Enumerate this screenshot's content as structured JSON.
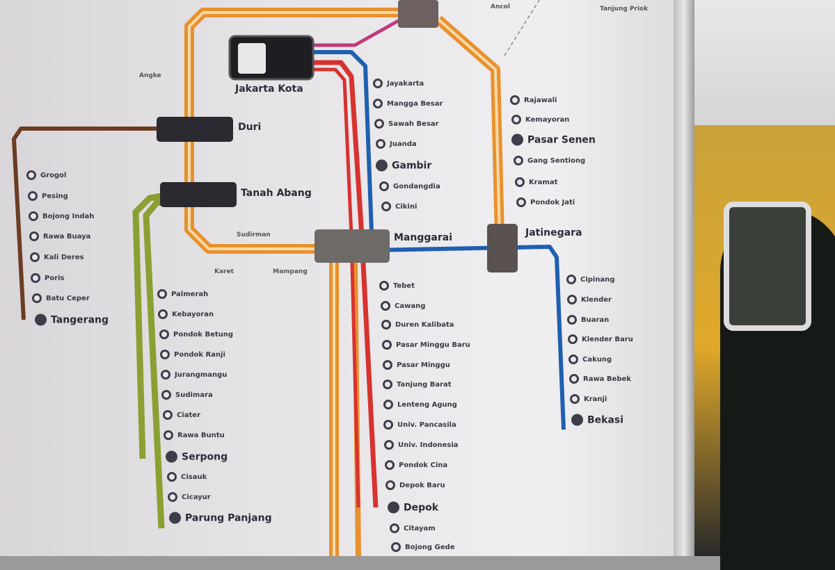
{
  "line_colors": {
    "loop": "#e8912e",
    "bogor": "#d8322f",
    "bekasi": "#1f5fb0",
    "serpong": "#8aa032",
    "tangerang": "#6b3d22",
    "priok": "#c03a7a"
  },
  "hubs": {
    "jakarta_kota": "Jakarta Kota",
    "duri": "Duri",
    "tanah_abang": "Tanah Abang",
    "manggarai": "Manggarai",
    "jatinegara": "Jatinegara"
  },
  "minor": {
    "angke": "Angke",
    "sudirman": "Sudirman",
    "karet": "Karet",
    "mampang": "Mampang",
    "ancol": "Ancol",
    "tanjung_priok": "Tanjung Priok"
  },
  "central": [
    "Jayakarta",
    "Mangga Besar",
    "Sawah Besar",
    "Juanda",
    "Gambir",
    "Gondangdia",
    "Cikini"
  ],
  "east_loop": [
    "Rajawali",
    "Kemayoran",
    "Pasar Senen",
    "Gang Sentiong",
    "Kramat",
    "Pondok Jati"
  ],
  "bogor": [
    "Tebet",
    "Cawang",
    "Duren Kalibata",
    "Pasar Minggu Baru",
    "Pasar Minggu",
    "Tanjung Barat",
    "Lenteng Agung",
    "Univ. Pancasila",
    "Univ. Indonesia",
    "Pondok Cina",
    "Depok Baru",
    "Depok",
    "Citayam",
    "Bojong Gede"
  ],
  "bekasi": [
    "Cipinang",
    "Klender",
    "Buaran",
    "Klender Baru",
    "Cakung",
    "Rawa Bebek",
    "Kranji",
    "Bekasi"
  ],
  "tangerang": [
    "Grogol",
    "Pesing",
    "Bojong Indah",
    "Rawa Buaya",
    "Kali Deres",
    "Poris",
    "Batu Ceper",
    "Tangerang"
  ],
  "serpong": [
    "Palmerah",
    "Kebayoran",
    "Pondok Betung",
    "Pondok Ranji",
    "Jurangmangu",
    "Sudimara",
    "Ciater",
    "Rawa Buntu",
    "Serpong",
    "Cisauk",
    "Cicayur",
    "Parung Panjang"
  ],
  "major_stations": [
    "Gambir",
    "Pasar Senen",
    "Depok",
    "Bekasi",
    "Tangerang",
    "Serpong",
    "Parung Panjang"
  ]
}
